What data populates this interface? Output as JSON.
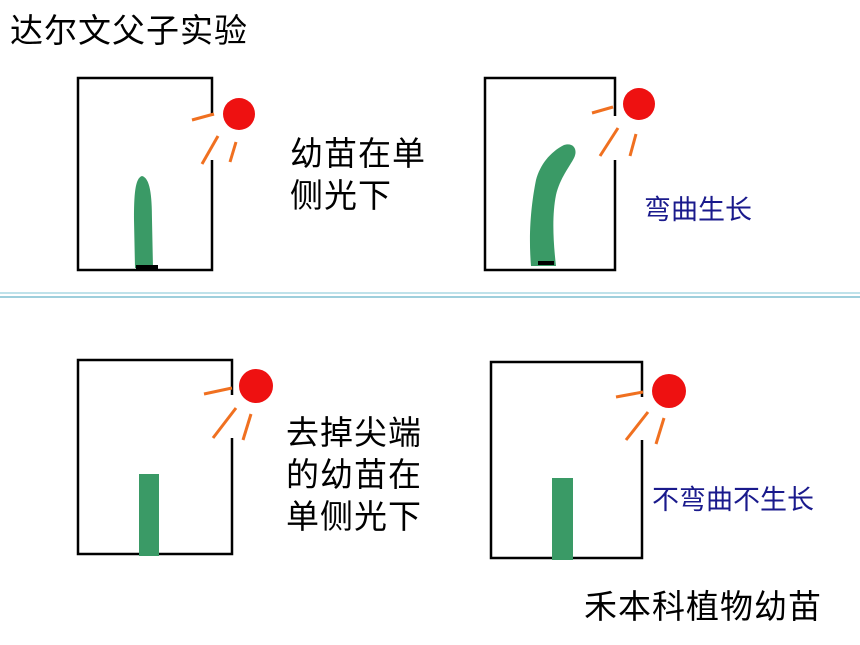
{
  "title": "达尔文父子实验",
  "experiments": [
    {
      "caption_lines": [
        "幼苗在单",
        "侧光下"
      ],
      "result": "弯曲生长"
    },
    {
      "caption_lines": [
        "去掉尖端",
        "的幼苗在",
        "单侧光下"
      ],
      "result": "不弯曲不生长"
    }
  ],
  "footer": "禾本科植物幼苗",
  "colors": {
    "sun": "#ee1111",
    "light_ray": "#f07020",
    "seedling": "#3a9a66",
    "result_text": "#1a1a8c",
    "divider": "#9ecfdc"
  }
}
